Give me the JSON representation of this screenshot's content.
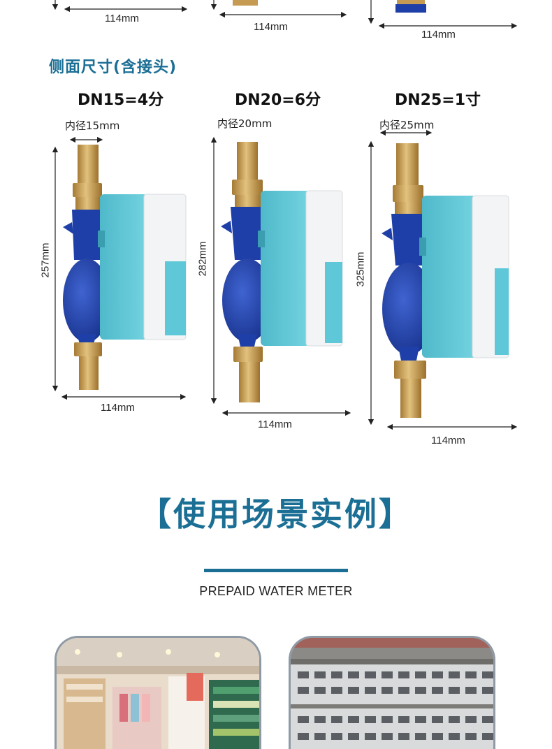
{
  "top_widths": [
    "114mm",
    "114mm",
    "114mm"
  ],
  "section_title": "侧面尺寸(含接头)",
  "models": [
    {
      "name": "DN15=4分",
      "inner": "内径15mm",
      "height": "257mm",
      "width": "114mm"
    },
    {
      "name": "DN20=6分",
      "inner": "内径20mm",
      "height": "282mm",
      "width": "114mm"
    },
    {
      "name": "DN25=1寸",
      "inner": "内径25mm",
      "height": "325mm",
      "width": "114mm"
    }
  ],
  "banner": {
    "left_bracket": "【",
    "text": "使用场景实例",
    "right_bracket": "】"
  },
  "subtitle": "PREPAID WATER METER",
  "colors": {
    "accent": "#1b6f95",
    "meter_blue": "#1e3fa8",
    "case_cyan": "#5fc8d8",
    "case_white": "#f2f4f5",
    "brass": "#c59a52"
  }
}
